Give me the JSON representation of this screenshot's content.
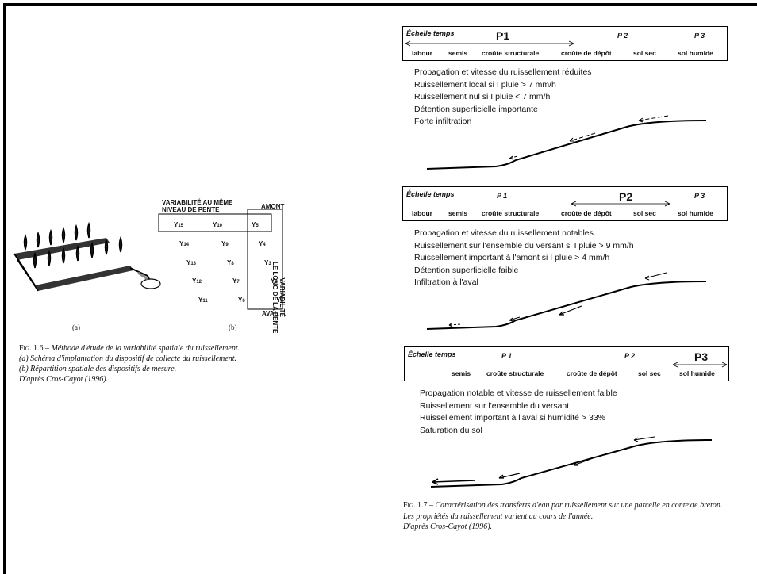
{
  "fig16": {
    "grid": {
      "header_same_level": [
        "VARIABILITÉ AU MÊME",
        "NIVEAU DE PENTE"
      ],
      "amont": "AMONT",
      "aval": "AVAL",
      "side_label": [
        "VARIABILITÉ",
        "LE LONG DE LA PENTE"
      ],
      "cells": [
        {
          "id": "y15",
          "base": "Y",
          "sub": "15"
        },
        {
          "id": "y10",
          "base": "Y",
          "sub": "10"
        },
        {
          "id": "y5",
          "base": "Y",
          "sub": "5"
        },
        {
          "id": "y14",
          "base": "Y",
          "sub": "14"
        },
        {
          "id": "y9",
          "base": "Y",
          "sub": "9"
        },
        {
          "id": "y4",
          "base": "Y",
          "sub": "4"
        },
        {
          "id": "y13",
          "base": "Y",
          "sub": "13"
        },
        {
          "id": "y8",
          "base": "Y",
          "sub": "8"
        },
        {
          "id": "y3",
          "base": "Y",
          "sub": "3"
        },
        {
          "id": "y12",
          "base": "Y",
          "sub": "12"
        },
        {
          "id": "y7",
          "base": "Y",
          "sub": "7"
        },
        {
          "id": "y2",
          "base": "Y",
          "sub": "2"
        },
        {
          "id": "y11",
          "base": "Y",
          "sub": "11"
        },
        {
          "id": "y6",
          "base": "Y",
          "sub": "6"
        },
        {
          "id": "y1",
          "base": "Y",
          "sub": "1"
        }
      ]
    },
    "label_a": "(a)",
    "label_b": "(b)",
    "caption": {
      "fig": "Fig. 1.6 –",
      "title": "Méthode d'étude de la variabilité spatiale du ruissellement.",
      "line_a": "(a) Schéma d'implantation du dispositif de collecte du ruissellement.",
      "line_b": "(b) Répartition spatiale des dispositifs de mesure.",
      "source": "D'après Cros-Cayot (1996)."
    }
  },
  "fig17": {
    "panels": [
      {
        "title": "Échelle temps",
        "periods": [
          "P1",
          "P 2",
          "P 3"
        ],
        "stages": [
          "labour",
          "semis",
          "croûte structurale",
          "croûte de dépôt",
          "sol sec",
          "sol humide"
        ],
        "props": [
          "Propagation et vitesse du ruissellement réduites",
          "Ruissellement local  si I pluie > 7 mm/h",
          "Ruissellement nul    si I pluie < 7 mm/h",
          "Détention superficielle importante",
          "Forte infiltration"
        ]
      },
      {
        "title": "Échelle temps",
        "periods": [
          "P 1",
          "P2",
          "P 3"
        ],
        "stages": [
          "labour",
          "semis",
          "croûte structurale",
          "croûte de dépôt",
          "sol sec",
          "sol humide"
        ],
        "props": [
          "Propagation et vitesse du ruissellement notables",
          "Ruissellement sur l'ensemble du versant si I pluie > 9 mm/h",
          "Ruissellement important à l'amont si I pluie > 4 mm/h",
          "Détention superficielle faible",
          "Infiltration à l'aval"
        ]
      },
      {
        "title": "Échelle temps",
        "periods": [
          "P 1",
          "P 2",
          "P3"
        ],
        "stages": [
          "semis",
          "croûte structurale",
          "croûte de dépôt",
          "sol sec",
          "sol humide"
        ],
        "props": [
          "Propagation notable et vitesse de ruissellement faible",
          "Ruissellement sur l'ensemble du versant",
          "Ruissellement important à l'aval si humidité > 33%",
          "Saturation du sol"
        ]
      }
    ],
    "caption": {
      "fig": "Fig. 1.7 –",
      "title": "Caractérisation des transferts d'eau par ruissellement sur une parcelle en contexte breton.",
      "line2": "Les propriétés du ruissellement varient au cours de l'année.",
      "source": "D'après Cros-Cayot (1996)."
    }
  }
}
